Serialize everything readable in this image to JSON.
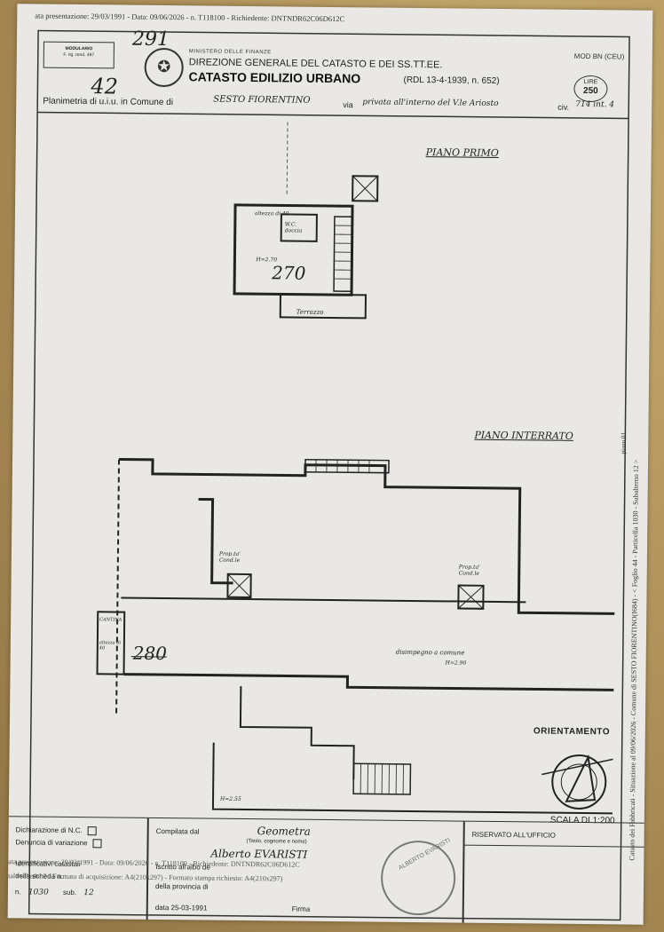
{
  "header": {
    "presentation_line": "ata presentazione: 29/03/1991 - Data: 09/06/2026 - n. T118100 - Richiedente: DNTNDR62C06D612C",
    "stamp_box_lines": [
      "MODULARIO",
      "F. rig. rend. 497"
    ],
    "hand_number_top": "291",
    "hand_number_side": "42",
    "ministry": "MINISTERO DELLE FINANZE",
    "direzione": "DIREZIONE GENERALE DEL CATASTO E DEI SS.TT.EE.",
    "catasto": "CATASTO EDILIZIO URBANO",
    "rdl": "(RDL 13-4-1939, n. 652)",
    "mod": "MOD BN (CEU)",
    "lire_label": "LIRE",
    "lire_value": "250",
    "planimetria_label": "Planimetria di u.i.u. in Comune di",
    "comune": "SESTO FIORENTINO",
    "via_label": "via",
    "via": "privata all'interno del V.le Ariosto",
    "civ_label": "civ.",
    "civ": "714 int. 4"
  },
  "plan": {
    "piano_primo": "PIANO PRIMO",
    "piano_interrato": "PIANO INTERRATO",
    "room_upper": "270",
    "room_lower": "280",
    "height_upper": "H=2.70",
    "height_lower": "H=2.90",
    "height_stair": "H=2.55",
    "terrazzo": "Terrazzo",
    "wc_doccia": "W.C. doccia",
    "soffitta": "altezza di 40",
    "prop_1": "Prop.ta' Cond.le",
    "prop_2": "Prop.ta' Cond.le",
    "cantina": "CANTINA",
    "h_cantina": "altezza di 40",
    "disimpegno": "disimpegno a comune"
  },
  "side_text": "Catasto dei Fabbricati - Situazione al 09/06/2026 - Comune di SESTO FIORENTINO(I684) - < Foglio 44 - Particella 1030 - Subalterno 12 >",
  "side_text_2": "piano 01",
  "orientamento": "ORIENTAMENTO",
  "scala": "SCALA DI 1:200",
  "footer": {
    "dichiarazione_nc": "Dichiarazione di N.C.",
    "denuncia_variazione": "Denuncia di variazione",
    "identificativi": "Identificativi catastali",
    "scheda_label": "della scheda n.",
    "n_label": "n.",
    "n_value": "1030",
    "sub_label": "sub.",
    "sub_value": "12",
    "compilata": "Compilata dal",
    "compilata_value": "Geometra",
    "compilata_hint": "(Titolo, cognome e nome)",
    "nome": "Alberto EVARISTI",
    "iscritto": "Iscritto all'albo de",
    "provincia": "della provincia di",
    "data": "data 25-03-1991",
    "firma": "Firma",
    "riservato": "RISERVATO ALL'UFFICIO",
    "overlay_1": "ata presentazione: 29/03/1991 - Data: 09/06/2026 - n. T118100 - Richiedente: DNTNDR62C06D612C",
    "overlay_2": "tale schede: 2 - Formato di acquisizione: A4(210x297) - Formato stampa richiesto: A4(210x297)",
    "stamp_text": "ALBERTO EVARISTI"
  }
}
